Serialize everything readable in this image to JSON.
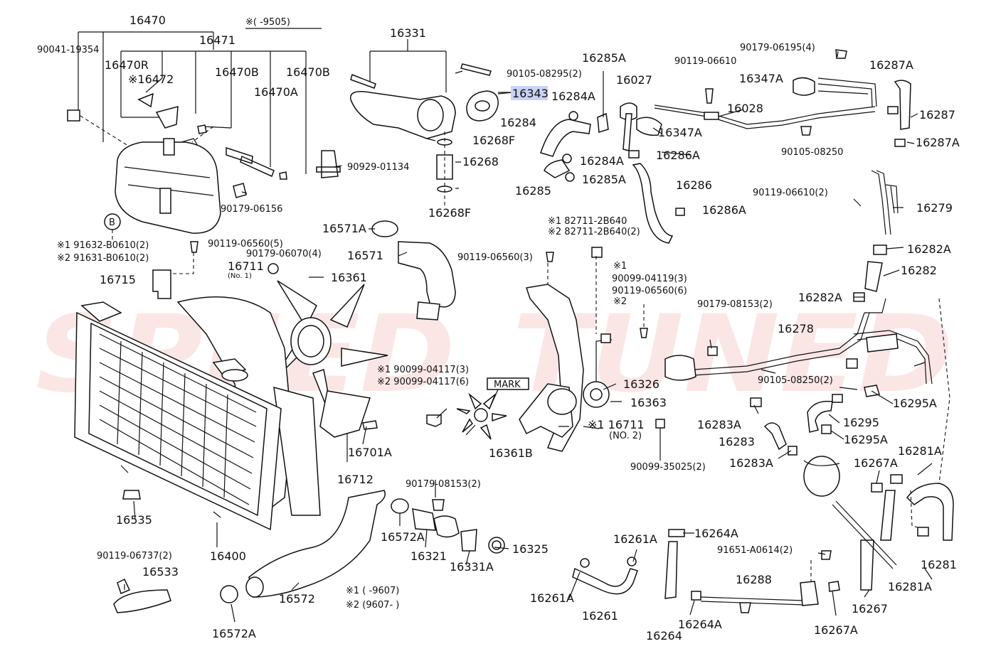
{
  "watermark": {
    "left": "SPEED",
    "right": "TUNED",
    "color": "#e64848"
  },
  "highlight_color": "#c9d3f5",
  "labels": {
    "p16470": "16470",
    "p16471": "16471",
    "p90041_19354": "90041-19354",
    "p16470R": "16470R",
    "p16472": "※16472",
    "p16470B_a": "16470B",
    "p16470B_b": "16470B",
    "p16470A": "16470A",
    "p90179_06156": "90179-06156",
    "circleB": "B",
    "p91632": "※1 91632-B0610(2)",
    "p91631": "※2 91631-B0610(2)",
    "p90119_06560_5": "90119-06560(5)",
    "p16715": "16715",
    "note_top": "※(      -9505)",
    "p16331": "16331",
    "p90105_08295": "90105-08295(2)",
    "p16343": "16343",
    "p16268F_a": "16268F",
    "p16268": "16268",
    "p16268F_b": "16268F",
    "p90929_01134": "90929-01134",
    "p16571A": "16571A",
    "p16571": "16571",
    "p90179_06070": "90179-06070(4)",
    "p16711": "16711",
    "p16711_sub": "(No. 1)",
    "p16361": "16361",
    "p90119_06560_3": "90119-06560(3)",
    "p90099_04117_3": "※1 90099-04117(3)",
    "p90099_04117_6": "※2 90099-04117(6)",
    "mark": "MARK",
    "p16361B": "16361B",
    "p16701A": "16701A",
    "p16712": "16712",
    "p16535": "16535",
    "p16400": "16400",
    "p90119_06737": "90119-06737(2)",
    "p16533": "16533",
    "p90179_08153_a": "90179-08153(2)",
    "p16572A_a": "16572A",
    "p16321": "16321",
    "p16331A": "16331A",
    "p16325": "16325",
    "p16572": "16572",
    "p16572A_b": "16572A",
    "note_b1": "※1 (        -9607)",
    "note_b2": "※2 (9607-        )",
    "p16285A_a": "16285A",
    "p16027": "16027",
    "p16284A_a": "16284A",
    "p16284": "16284",
    "p16284A_b": "16284A",
    "p16285A_b": "16285A",
    "p16285": "16285",
    "p16347A_a": "16347A",
    "p16286A_a": "16286A",
    "p16286": "16286",
    "p16286A_b": "16286A",
    "p90119_06610": "90119-06610",
    "p16028": "16028",
    "p90179_06195": "90179-06195(4)",
    "p16347A_b": "16347A",
    "p16287A_a": "16287A",
    "p16287": "16287",
    "p16287A_b": "16287A",
    "p90105_08250_a": "90105-08250",
    "p90119_06610_2": "90119-06610(2)",
    "p16279": "16279",
    "p16282A_a": "16282A",
    "p16282": "16282",
    "p16282A_b": "16282A",
    "p82711_1": "※1 82711-2B640",
    "p82711_2": "※2 82711-2B640(2)",
    "p90099_04119_pre": "※1",
    "p90099_04119": "90099-04119(3)",
    "p90119_06560_6": "90119-06560(6)",
    "p90119_06560_6_suf": "※2",
    "p90179_08153_b": "90179-08153(2)",
    "p16278": "16278",
    "p16326": "16326",
    "p16363": "16363",
    "p16711b": "※1 16711",
    "p16711b_sub": "(NO. 2)",
    "p90105_08250_b": "90105-08250(2)",
    "p16295A_a": "16295A",
    "p16295": "16295",
    "p16295A_b": "16295A",
    "p16283A_a": "16283A",
    "p16283": "16283",
    "p16283A_b": "16283A",
    "p90099_35025": "90099-35025(2)",
    "p16267A_a": "16267A",
    "p16281A_a": "16281A",
    "p16281": "16281",
    "p16281A_b": "16281A",
    "p16267": "16267",
    "p16267A_b": "16267A",
    "p16264A_a": "16264A",
    "p91651": "91651-A0614(2)",
    "p16288": "16288",
    "p16264": "16264",
    "p16264A_b": "16264A",
    "p16261A_a": "16261A",
    "p16261A_b": "16261A",
    "p16261": "16261"
  }
}
